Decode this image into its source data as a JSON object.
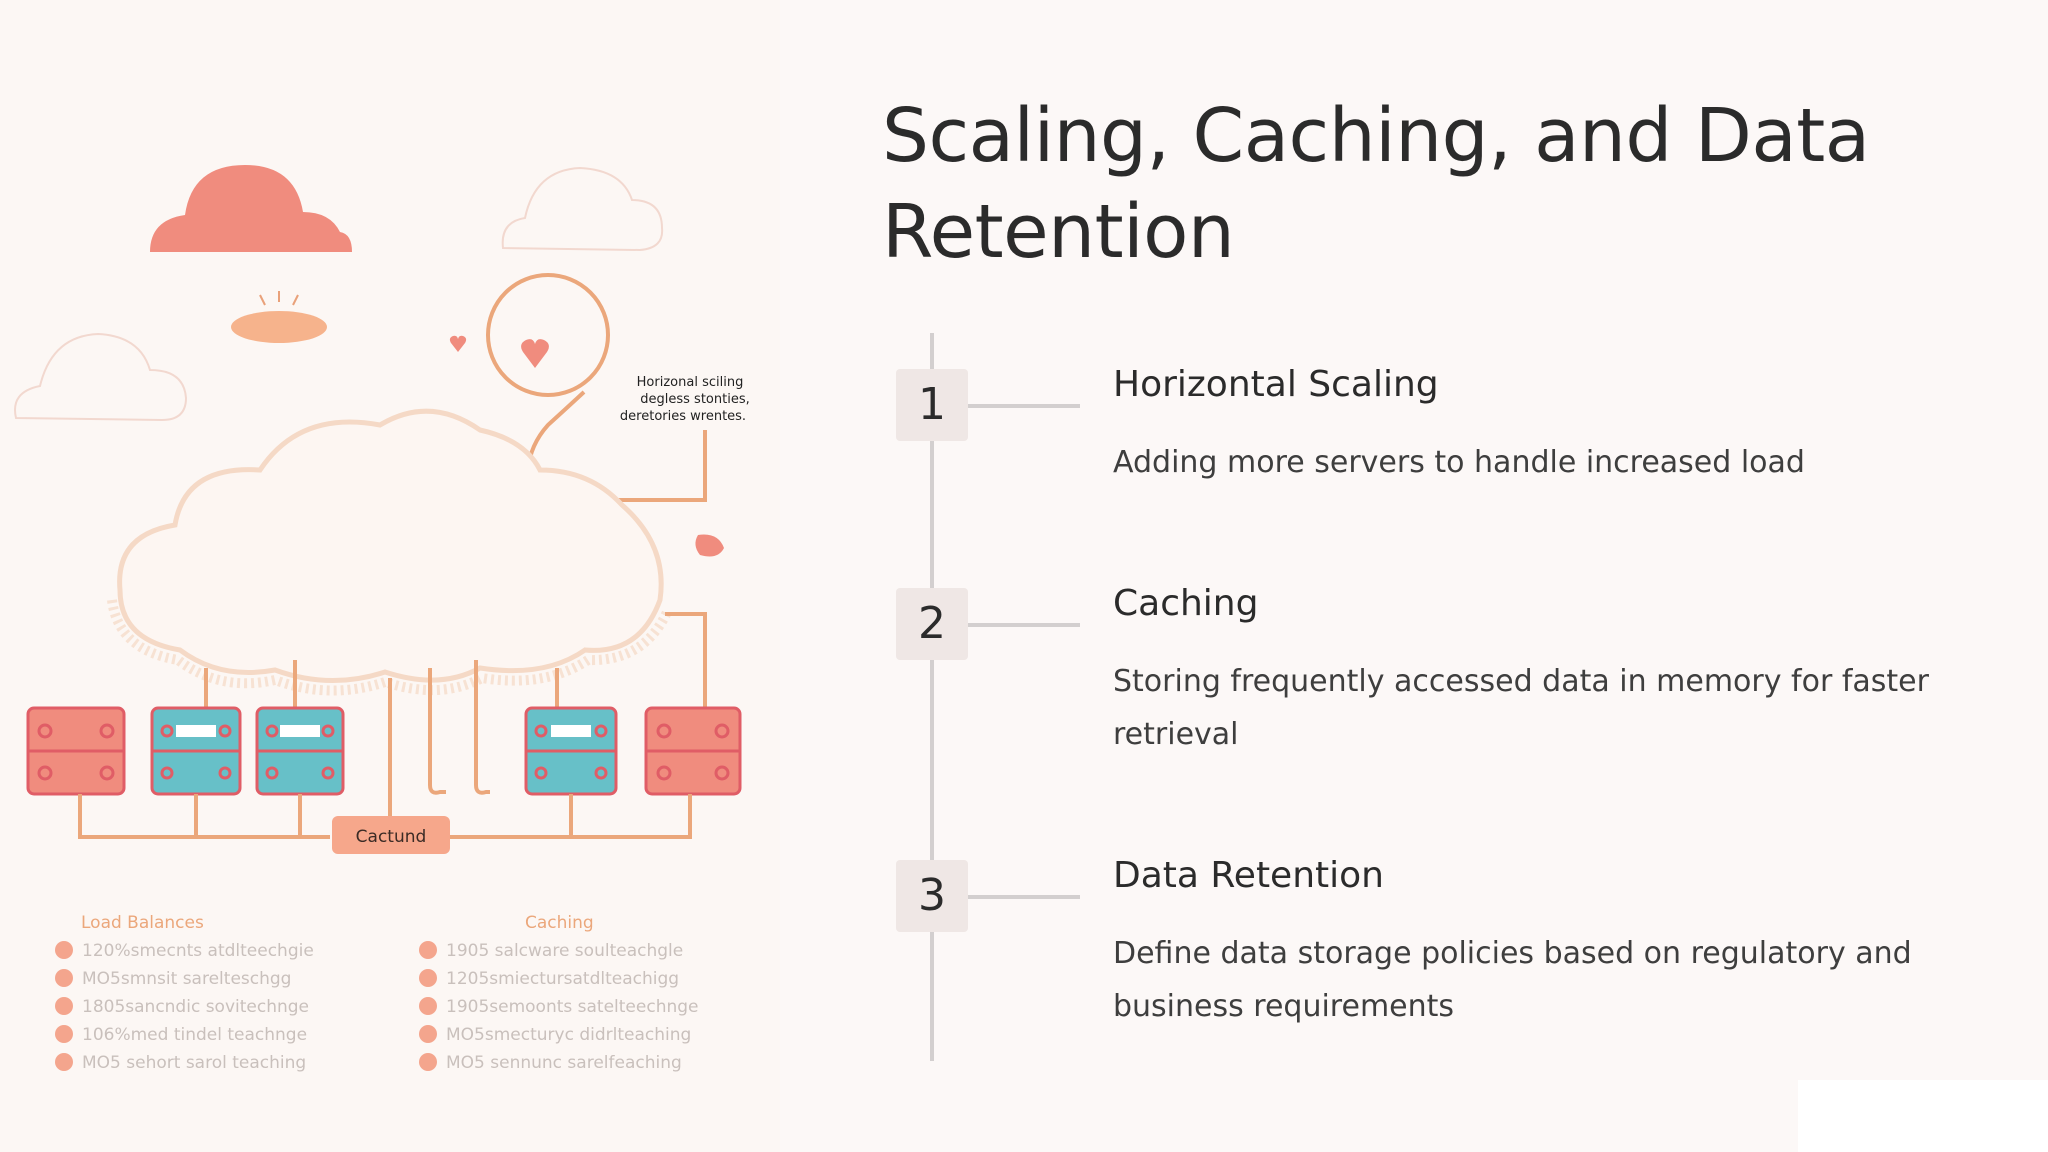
{
  "slide": {
    "title": "Scaling, Caching, and Data Retention"
  },
  "steps": [
    {
      "number": "1",
      "title": "Horizontal Scaling",
      "description": "Adding more servers to handle increased load"
    },
    {
      "number": "2",
      "title": "Caching",
      "description": "Storing frequently accessed data in memory for faster retrieval"
    },
    {
      "number": "3",
      "title": "Data Retention",
      "description": "Define data storage policies based on regulatory and business requirements"
    }
  ],
  "illustration": {
    "callout_lines": [
      "Horizonal sciling",
      "degless stonties,",
      "deretories wrentes."
    ],
    "hub_label": "Cactund",
    "left_legend": {
      "title": "Load Balances",
      "items": [
        "120%smecnts atdlteechgie",
        "MO5smnsit sarelteschgg",
        "1805sancndic sovitechnge",
        "106%med tindel teachnge",
        "MO5 sehort sarol teaching"
      ]
    },
    "right_legend": {
      "title": "Caching",
      "items": [
        "1905 salcware soulteachgle",
        "1205smiectursatdlteachigg",
        "1905semoonts satelteechnge",
        "MO5smecturyc didrlteaching",
        "MO5 sennunc sarelfeaching"
      ]
    },
    "colors": {
      "coral": "#f08c7e",
      "teal": "#67c0c8",
      "orange_line": "#eba77b",
      "cloud_fill": "#fdf6f2",
      "bullet": "#f4a58d"
    }
  }
}
